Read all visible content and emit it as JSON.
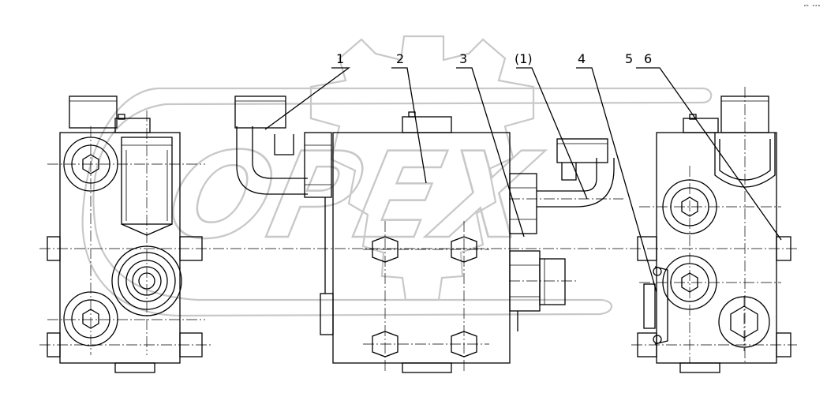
{
  "corner_mark": "ᵃᵇ ᵃᵃᵃ",
  "watermark": "OPEX",
  "callouts": [
    "1",
    "2",
    "3",
    "(1)",
    "4",
    "5",
    "6"
  ]
}
